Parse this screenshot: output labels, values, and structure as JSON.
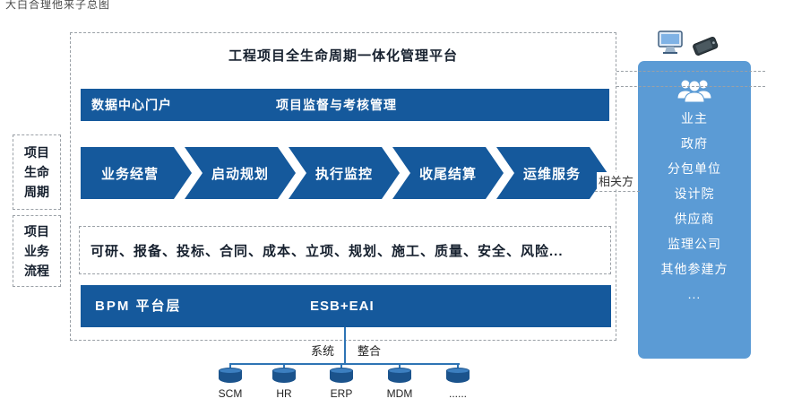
{
  "corner_note": "大白合理他来子总图",
  "platform": {
    "title": "工程项目全生命周期一体化管理平台",
    "portal_left": "数据中心门户",
    "portal_right": "项目监督与考核管理",
    "bpm_left": "BPM 平台层",
    "bpm_right": "ESB+EAI"
  },
  "lifecycle": {
    "label": "项目\n生命\n周期",
    "phases": [
      "业务经营",
      "启动规划",
      "执行监控",
      "收尾结算",
      "运维服务"
    ]
  },
  "business": {
    "label": "项目\n业务\n流程",
    "process_text": "可研、报备、投标、合同、成本、立项、规划、施工、质量、安全、风险..."
  },
  "stakeholders": {
    "label": "相关方",
    "items": [
      "业主",
      "政府",
      "分包单位",
      "设计院",
      "供应商",
      "监理公司",
      "其他参建方",
      "..."
    ]
  },
  "integration": {
    "label_left": "系统",
    "label_right": "整合",
    "systems": [
      "SCM",
      "HR",
      "ERP",
      "MDM",
      "......"
    ]
  },
  "colors": {
    "primary_blue": "#15599C",
    "panel_blue": "#5B9BD5",
    "connector_blue": "#2E74B5"
  }
}
